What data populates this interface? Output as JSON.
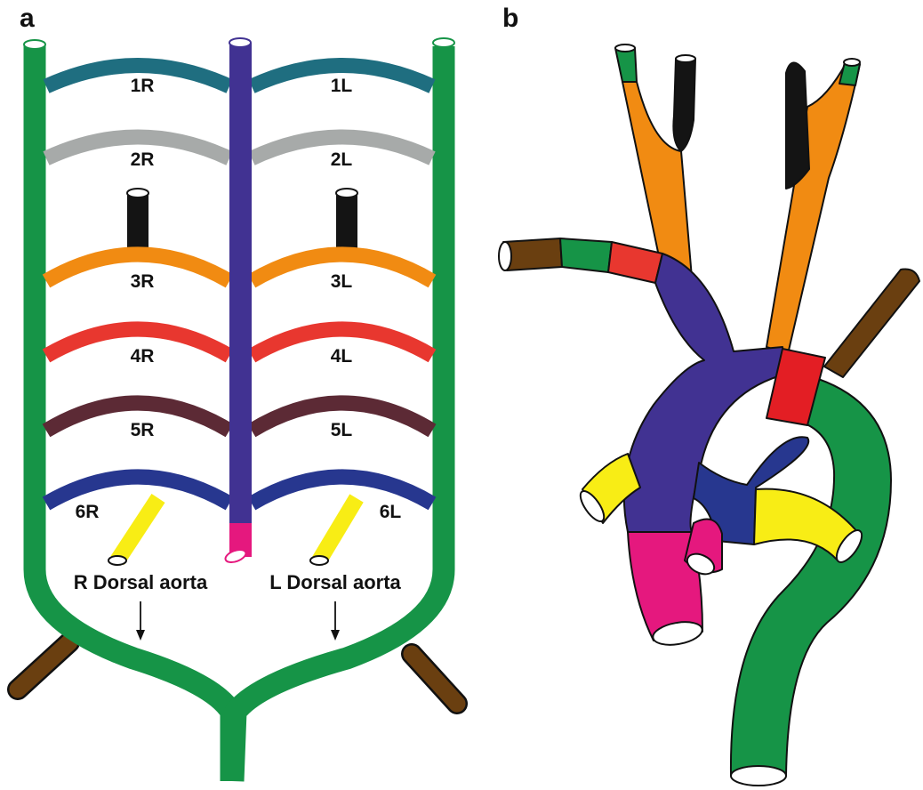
{
  "panels": {
    "a": {
      "letter": "a"
    },
    "b": {
      "letter": "b"
    }
  },
  "arches": [
    {
      "id": "1R",
      "label": "1R",
      "color": "#1f6e80"
    },
    {
      "id": "1L",
      "label": "1L",
      "color": "#1f6e80"
    },
    {
      "id": "2R",
      "label": "2R",
      "color": "#a7aaa9"
    },
    {
      "id": "2L",
      "label": "2L",
      "color": "#a7aaa9"
    },
    {
      "id": "3R",
      "label": "3R",
      "color": "#f18b12"
    },
    {
      "id": "3L",
      "label": "3L",
      "color": "#f18b12"
    },
    {
      "id": "4R",
      "label": "4R",
      "color": "#e8372f"
    },
    {
      "id": "4L",
      "label": "4L",
      "color": "#e8372f"
    },
    {
      "id": "5R",
      "label": "5R",
      "color": "#5c2a35"
    },
    {
      "id": "5L",
      "label": "5L",
      "color": "#5c2a35"
    },
    {
      "id": "6R",
      "label": "6R",
      "color": "#27378f"
    },
    {
      "id": "6L",
      "label": "6L",
      "color": "#27378f"
    }
  ],
  "dorsal_aorta": {
    "right_label": "R Dorsal aorta",
    "left_label": "L Dorsal aorta",
    "color": "#169447"
  },
  "colors": {
    "aortic_sac": "#413292",
    "pulmonary": "#e5187e",
    "ductus": "#f8ed15",
    "carotid_internal": "#141414",
    "subclavian": "#6a3f10",
    "outline": "#111111"
  }
}
